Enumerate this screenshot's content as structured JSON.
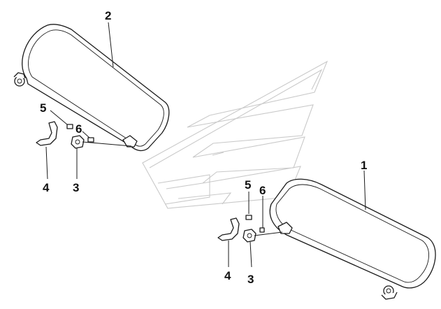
{
  "colors": {
    "ink": "#1a1a1a",
    "watermark": "#c9c9c9",
    "background": "#ffffff"
  },
  "callouts": {
    "left_visor": "2",
    "left_screw": "5",
    "left_clip_screw": "6",
    "left_bracket": "4",
    "left_clip": "3",
    "right_visor": "1",
    "right_screw": "5",
    "right_clip_screw": "6",
    "right_bracket": "4",
    "right_clip": "3"
  }
}
